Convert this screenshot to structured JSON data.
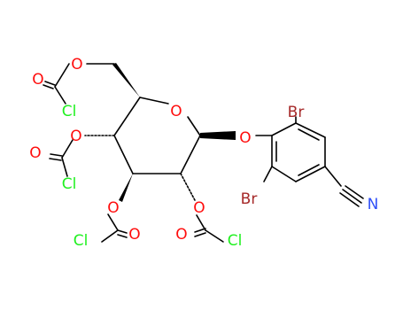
{
  "diagram": {
    "type": "chemical-structure",
    "atom_labels": [
      {
        "id": "ring-o",
        "text": "O",
        "color": "#ff0d0d"
      },
      {
        "id": "aryl-ether-o",
        "text": "O",
        "color": "#ff0d0d"
      },
      {
        "id": "br-top",
        "text": "Br",
        "color": "#a62929"
      },
      {
        "id": "br-bottom",
        "text": "Br",
        "color": "#a62929"
      },
      {
        "id": "nitrile-n",
        "text": "N",
        "color": "#3050f8"
      },
      {
        "id": "c6-ester-o",
        "text": "O",
        "color": "#ff0d0d"
      },
      {
        "id": "c6-carbonyl-o",
        "text": "O",
        "color": "#ff0d0d"
      },
      {
        "id": "c6-cl",
        "text": "Cl",
        "color": "#1ff01f"
      },
      {
        "id": "c4-ester-o",
        "text": "O",
        "color": "#ff0d0d"
      },
      {
        "id": "c4-carbonyl-o",
        "text": "O",
        "color": "#ff0d0d"
      },
      {
        "id": "c4-cl",
        "text": "Cl",
        "color": "#1ff01f"
      },
      {
        "id": "c3-ester-o",
        "text": "O",
        "color": "#ff0d0d"
      },
      {
        "id": "c3-carbonyl-o",
        "text": "O",
        "color": "#ff0d0d"
      },
      {
        "id": "c3-cl",
        "text": "Cl",
        "color": "#1ff01f"
      },
      {
        "id": "c2-ester-o",
        "text": "O",
        "color": "#ff0d0d"
      },
      {
        "id": "c2-carbonyl-o",
        "text": "O",
        "color": "#ff0d0d"
      },
      {
        "id": "c2-cl",
        "text": "Cl",
        "color": "#1ff01f"
      }
    ]
  }
}
